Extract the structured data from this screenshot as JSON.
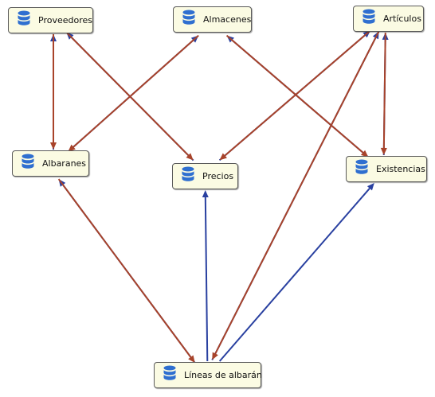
{
  "diagram": {
    "colors": {
      "primary_relationship": "#2940a0",
      "secondary_relationship": "#a8432a",
      "node_fill": "#fbfbe3",
      "node_border": "#5a5a5a",
      "icon": "#2f6fd0"
    },
    "nodes": {
      "proveedores": {
        "label": "Proveedores",
        "icon": "database-icon"
      },
      "almacenes": {
        "label": "Almacenes",
        "icon": "database-icon"
      },
      "articulos": {
        "label": "Artículos",
        "icon": "database-icon"
      },
      "albaranes": {
        "label": "Albaranes",
        "icon": "database-icon"
      },
      "precios": {
        "label": "Precios",
        "icon": "database-icon"
      },
      "existencias": {
        "label": "Existencias",
        "icon": "database-icon"
      },
      "lineas": {
        "label": "Líneas de albarán",
        "icon": "database-icon"
      }
    },
    "edges": [
      {
        "from": "albaranes",
        "to": "proveedores",
        "color": "primary_relationship"
      },
      {
        "from": "proveedores",
        "to": "albaranes",
        "color": "secondary_relationship"
      },
      {
        "from": "precios",
        "to": "proveedores",
        "color": "primary_relationship"
      },
      {
        "from": "proveedores",
        "to": "precios",
        "color": "secondary_relationship"
      },
      {
        "from": "albaranes",
        "to": "almacenes",
        "color": "primary_relationship"
      },
      {
        "from": "almacenes",
        "to": "albaranes",
        "color": "secondary_relationship"
      },
      {
        "from": "existencias",
        "to": "almacenes",
        "color": "primary_relationship"
      },
      {
        "from": "almacenes",
        "to": "existencias",
        "color": "secondary_relationship"
      },
      {
        "from": "precios",
        "to": "articulos",
        "color": "primary_relationship"
      },
      {
        "from": "articulos",
        "to": "precios",
        "color": "secondary_relationship"
      },
      {
        "from": "existencias",
        "to": "articulos",
        "color": "primary_relationship"
      },
      {
        "from": "articulos",
        "to": "existencias",
        "color": "secondary_relationship"
      },
      {
        "from": "lineas",
        "to": "articulos",
        "color": "primary_relationship"
      },
      {
        "from": "articulos",
        "to": "lineas",
        "color": "secondary_relationship"
      },
      {
        "from": "lineas",
        "to": "albaranes",
        "color": "primary_relationship"
      },
      {
        "from": "albaranes",
        "to": "lineas",
        "color": "secondary_relationship"
      },
      {
        "from": "lineas",
        "to": "precios",
        "color": "primary_relationship"
      },
      {
        "from": "lineas",
        "to": "existencias",
        "color": "primary_relationship"
      }
    ]
  }
}
